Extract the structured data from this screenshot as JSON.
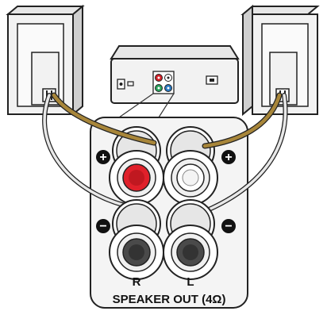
{
  "labels": {
    "right_channel": "R",
    "left_channel": "L",
    "speaker_out": "SPEAKER OUT (4Ω)",
    "positive_sign": "+",
    "negative_sign": "−"
  },
  "colors": {
    "outline": "#222222",
    "speaker_body": "#f2f2f2",
    "speaker_shade": "#d9d9d9",
    "panel": "#f4f4f4",
    "positive_wire": "#a8863a",
    "negative_wire": "#e8e8e8",
    "red_terminal": "#e0202a",
    "white_terminal": "#ffffff",
    "black_terminal": "#4a4a4a"
  },
  "icons": [
    "power-socket-icon",
    "rca-jacks-icon",
    "plug-socket-icon",
    "plus-sign-icon",
    "minus-sign-icon"
  ]
}
